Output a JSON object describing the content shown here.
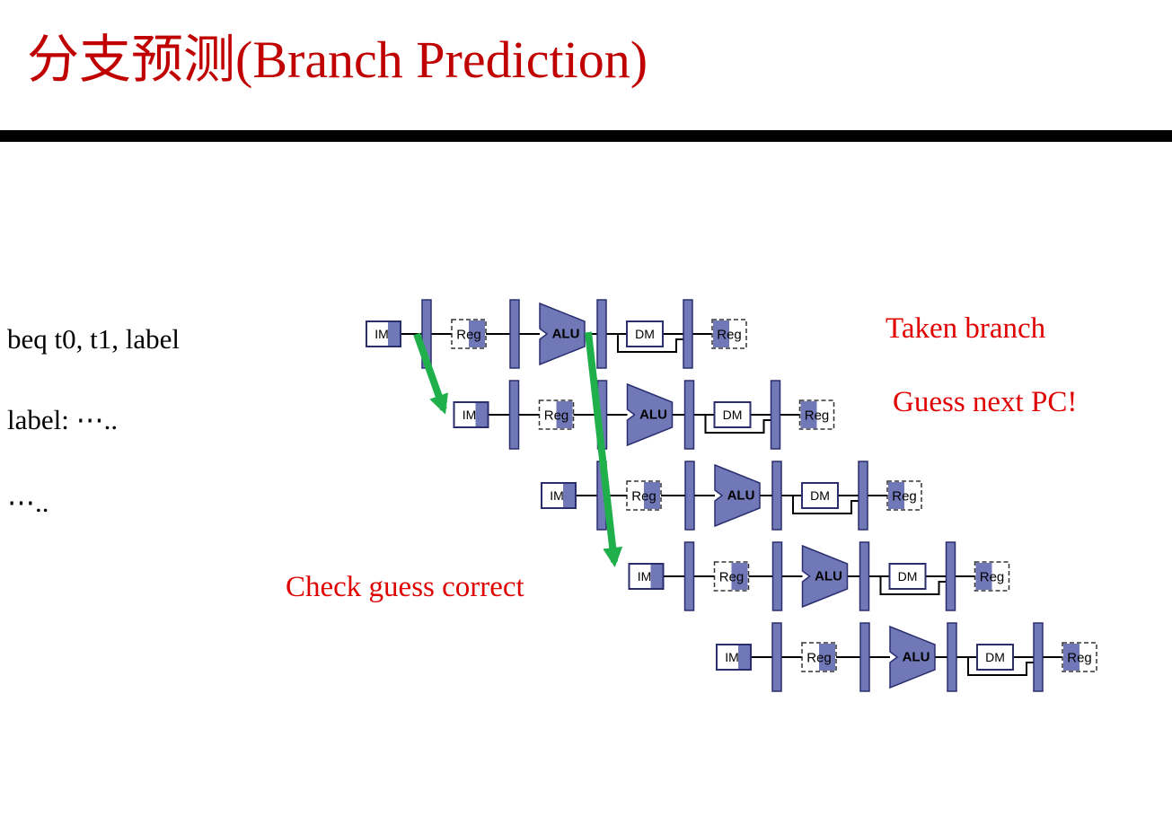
{
  "title": "分支预测(Branch Prediction)",
  "code": [
    "beq t0, t1, label",
    "label: ⋯..",
    "⋯.."
  ],
  "annotations": {
    "taken": "Taken branch",
    "guess": "Guess next PC!",
    "check": "Check guess correct"
  },
  "stage_labels": {
    "im": "IM",
    "reg": "Reg",
    "alu": "ALU",
    "dm": "DM"
  },
  "pipeline": {
    "row_count": 5
  },
  "colors": {
    "title": "#c00000",
    "annotation": "#e00000",
    "stage_fill": "#7078b8",
    "stage_stroke": "#2a2e6e",
    "arrow": "#1fb04c"
  }
}
